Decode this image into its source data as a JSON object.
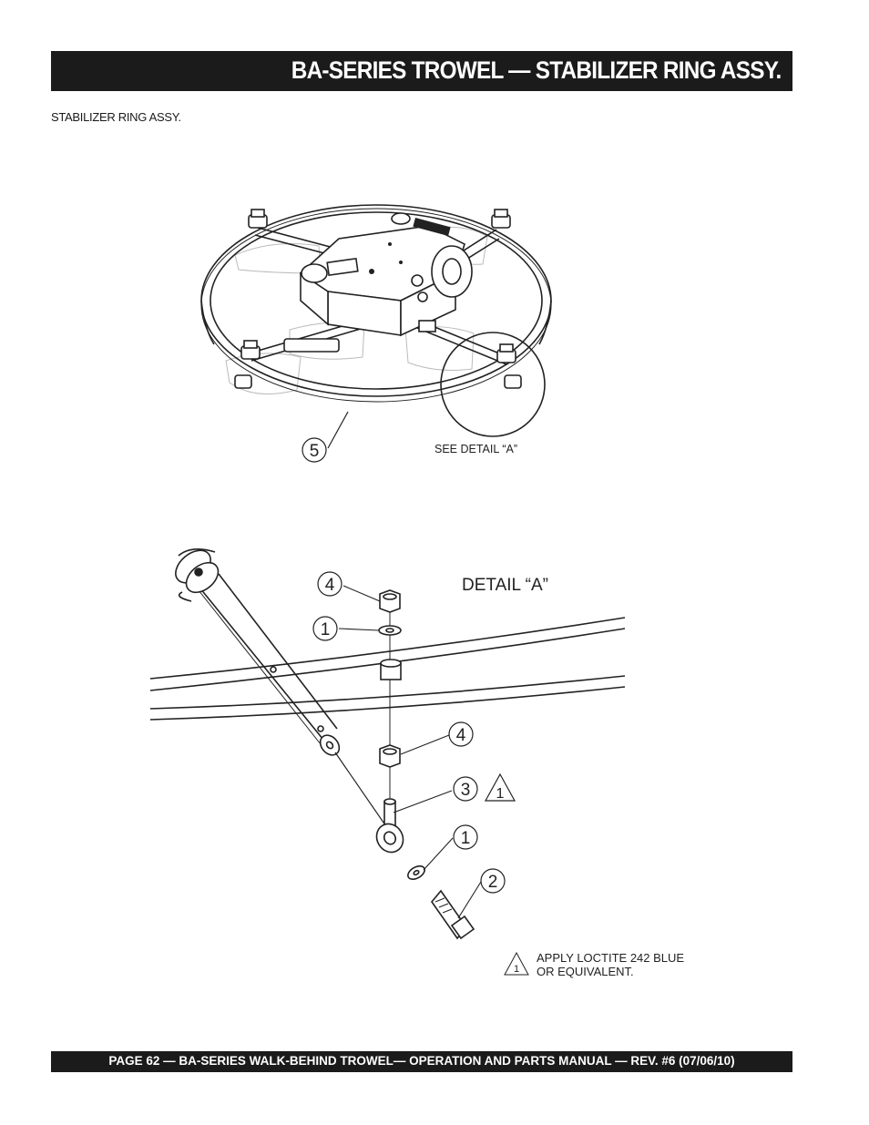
{
  "header": {
    "title": "BA-SERIES TROWEL — STABILIZER RING ASSY."
  },
  "section_label": "STABILIZER RING ASSY.",
  "upper_figure": {
    "callout_ring": "5",
    "see_detail": "SEE DETAIL “A”"
  },
  "detail_figure": {
    "title": "DETAIL “A”",
    "callouts": {
      "nut_top": "4",
      "washer_top": "1",
      "nut_lower": "4",
      "stud": "3",
      "washer_lower": "1",
      "bolt": "2"
    },
    "loctite_flag": "1"
  },
  "note": {
    "flag": "1",
    "line1": "APPLY LOCTITE 242 BLUE",
    "line2": "OR EQUIVALENT."
  },
  "footer": {
    "text": "PAGE 62 — BA-SERIES  WALK-BEHIND TROWEL— OPERATION AND PARTS MANUAL — REV. #6 (07/06/10)"
  }
}
